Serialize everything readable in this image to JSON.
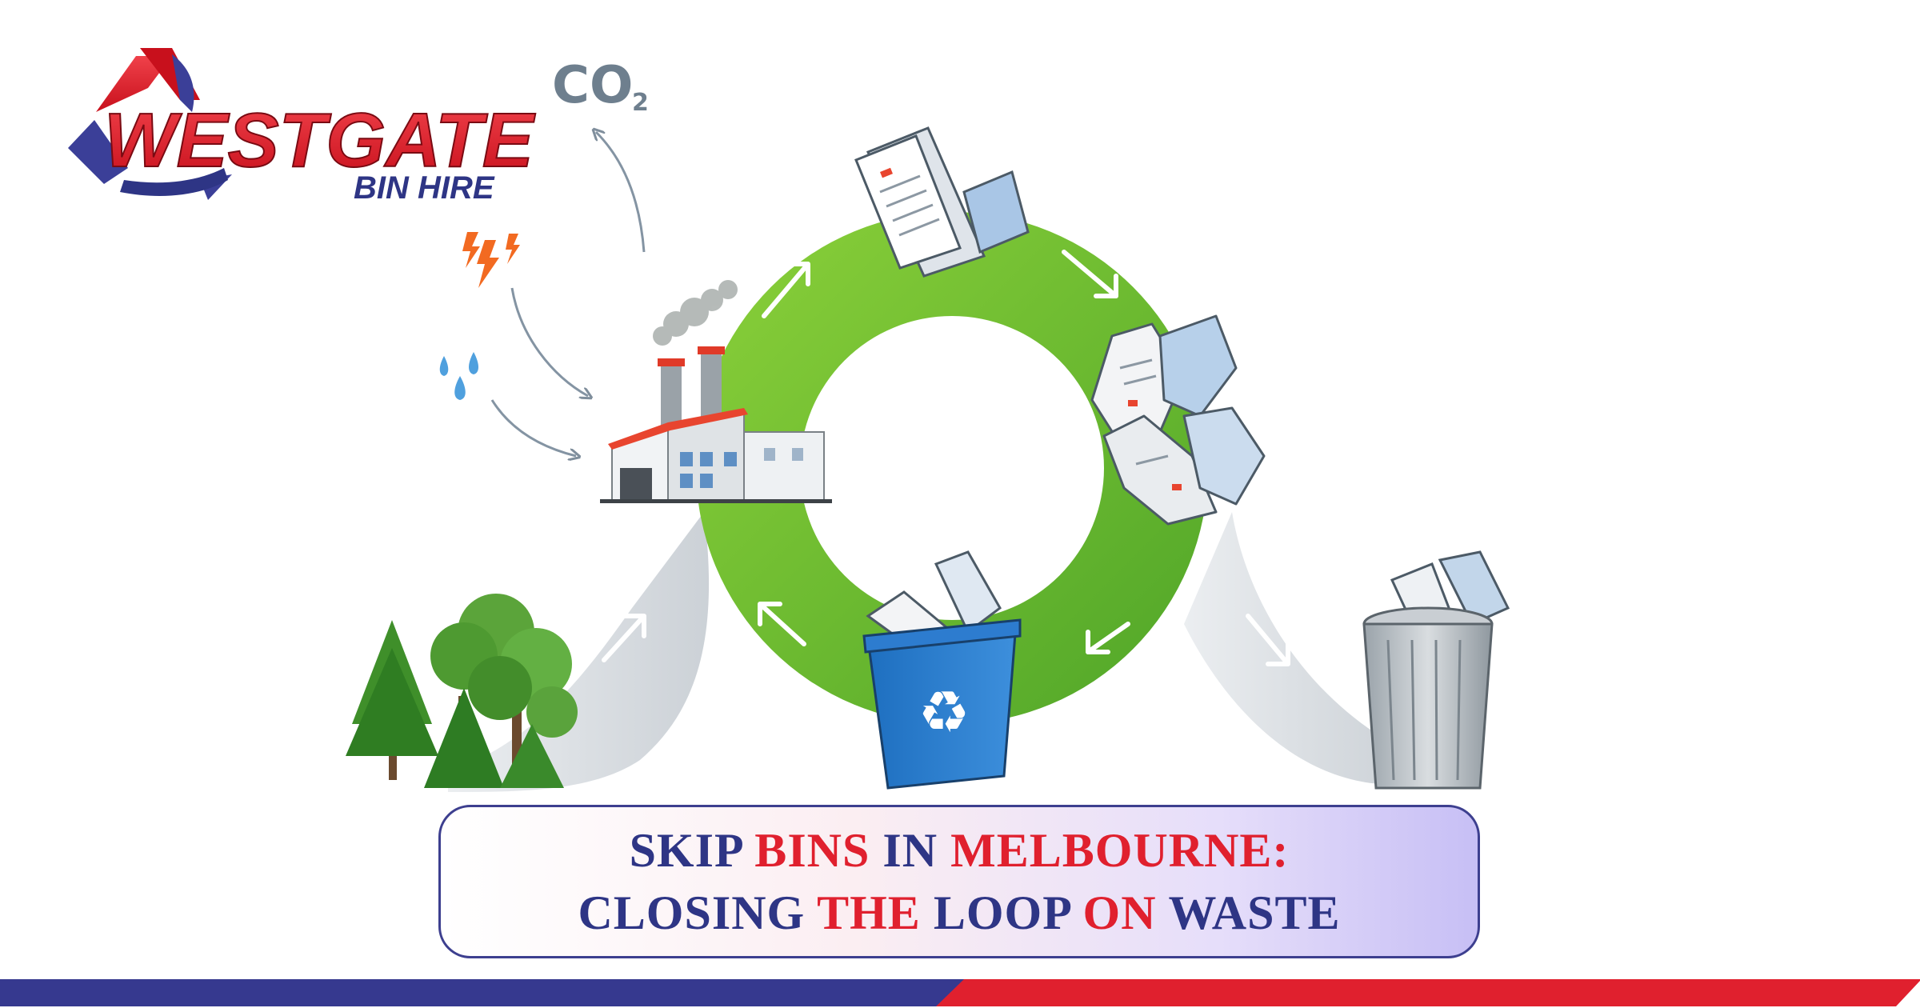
{
  "logo": {
    "brand": "WESTGATE",
    "tagline": "BIN HIRE",
    "colors": {
      "red": "#e31e2a",
      "navy": "#2e3585"
    }
  },
  "diagram": {
    "co2_label": "CO",
    "co2_subscript": "2",
    "ring_color": "#6cbf2a",
    "bin_symbol": "♻",
    "stages": [
      "factory-icon",
      "paper-stack-icon",
      "crumpled-paper-icon",
      "recycle-bin-icon",
      "trash-can-icon",
      "trees-icon",
      "water-drops-icon",
      "energy-bolt-icon"
    ]
  },
  "title": {
    "line1": [
      {
        "text": "SKIP ",
        "color": "navy"
      },
      {
        "text": "BINS ",
        "color": "red"
      },
      {
        "text": "IN ",
        "color": "navy"
      },
      {
        "text": "MELBOURNE:",
        "color": "red"
      }
    ],
    "line2": [
      {
        "text": "CLOSING ",
        "color": "navy"
      },
      {
        "text": "THE ",
        "color": "red"
      },
      {
        "text": "LOOP ",
        "color": "navy"
      },
      {
        "text": "ON ",
        "color": "red"
      },
      {
        "text": "WASTE",
        "color": "navy"
      }
    ]
  }
}
